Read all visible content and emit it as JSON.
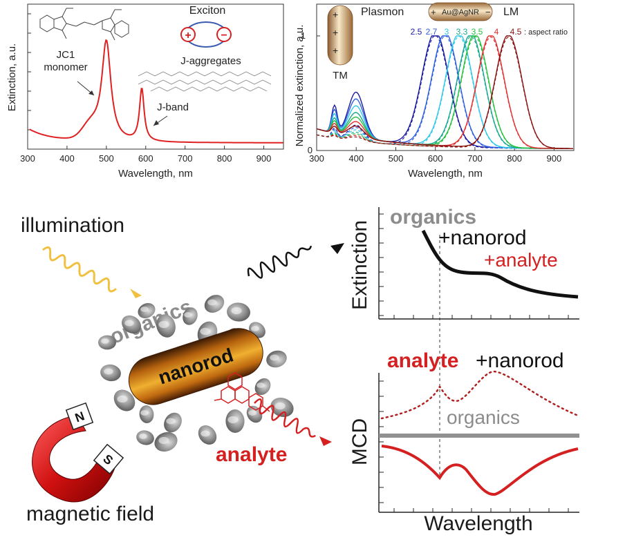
{
  "panel_a": {
    "ylabel": "Extinction, a.u.",
    "xlabel": "Wavelength, nm",
    "xticks": [
      "300",
      "400",
      "500",
      "600",
      "700",
      "800",
      "900"
    ],
    "label_monomer_1": "JC1",
    "label_monomer_2": "monomer",
    "label_exciton": "Exciton",
    "label_jagg": "J-aggregates",
    "label_jband": "J-band",
    "exciton_plus": "+",
    "exciton_minus": "−",
    "curve_color": "#e02020"
  },
  "panel_b": {
    "ylabel": "Normalized extinction, a.u.",
    "xlabel": "Wavelength, nm",
    "xticks": [
      "300",
      "400",
      "500",
      "600",
      "700",
      "800",
      "900"
    ],
    "yticks": [
      "0",
      "1"
    ],
    "label_plasmon": "Plasmon",
    "label_lm": "LM",
    "label_tm": "TM",
    "label_nr": "Au@AgNR",
    "label_nr_plus": "+",
    "label_nr_minus": "−",
    "rod_plus_marks": [
      "+",
      "+",
      "+"
    ],
    "ar_values": [
      "2.5",
      "2.7",
      "3",
      "3.3",
      "3.5",
      "4",
      "4.5"
    ],
    "ar_suffix": ": aspect ratio",
    "ar_colors": [
      "#1a1aa0",
      "#3060e0",
      "#30c8e8",
      "#18a890",
      "#28c040",
      "#e03030",
      "#8a1010"
    ]
  },
  "scheme": {
    "illumination": "illumination",
    "organics": "organics",
    "nanorod": "nanorod",
    "analyte": "analyte",
    "magnetic_field": "magnetic field",
    "magnet_n": "N",
    "magnet_s": "S",
    "accent_red": "#d42020",
    "organics_gray": "#8c8c8c"
  },
  "panel_c": {
    "ylabel": "Extinction",
    "label_organics": "organics",
    "label_plus_nanorod": "+nanorod",
    "label_plus_analyte": "+analyte"
  },
  "panel_d": {
    "ylabel": "MCD",
    "xlabel": "Wavelength",
    "label_analyte": "analyte",
    "label_plus_nanorod": "+nanorod",
    "label_organics": "organics"
  }
}
